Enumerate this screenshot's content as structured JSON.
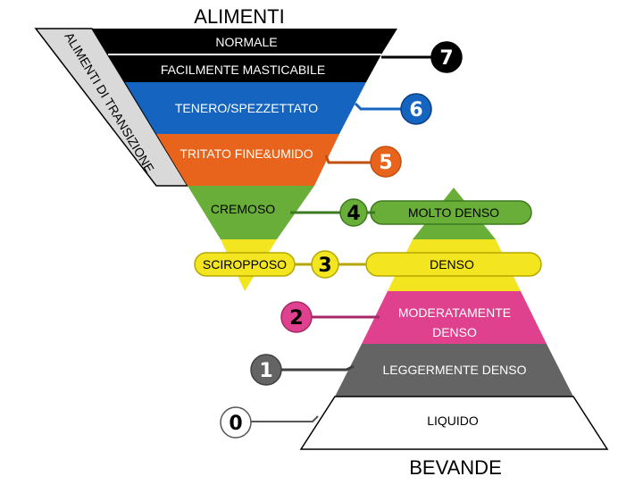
{
  "titles": {
    "foods": "ALIMENTI",
    "drinks": "BEVANDE",
    "transition": "ALIMENTI DI TRANSIZIONE"
  },
  "foods_levels": [
    {
      "level": "7",
      "label": "NORMALE",
      "color": "#000000"
    },
    {
      "level": "7",
      "label": "FACILMENTE MASTICABILE",
      "color": "#000000"
    },
    {
      "level": "6",
      "label": "TENERO/SPEZZETTATO",
      "color": "#1565c0"
    },
    {
      "level": "5",
      "label": "TRITATO FINE&UMIDO",
      "color": "#e8641c"
    },
    {
      "level": "4",
      "label": "CREMOSO",
      "color": "#6aae3a"
    },
    {
      "level": "3",
      "label": "SCIROPPOSO",
      "color": "#f3e520"
    }
  ],
  "drinks_levels": [
    {
      "level": "4",
      "label": "MOLTO DENSO",
      "color": "#6aae3a"
    },
    {
      "level": "3",
      "label": "DENSO",
      "color": "#f3e520"
    },
    {
      "level": "2",
      "label_line1": "MODERATAMENTE",
      "label_line2": "DENSO",
      "color": "#e0418f"
    },
    {
      "level": "1",
      "label": "LEGGERMENTE DENSO",
      "color": "#646464"
    },
    {
      "level": "0",
      "label": "LIQUIDO",
      "color": "#ffffff"
    }
  ],
  "badges": [
    "7",
    "6",
    "5",
    "4",
    "3",
    "2",
    "1",
    "0"
  ]
}
